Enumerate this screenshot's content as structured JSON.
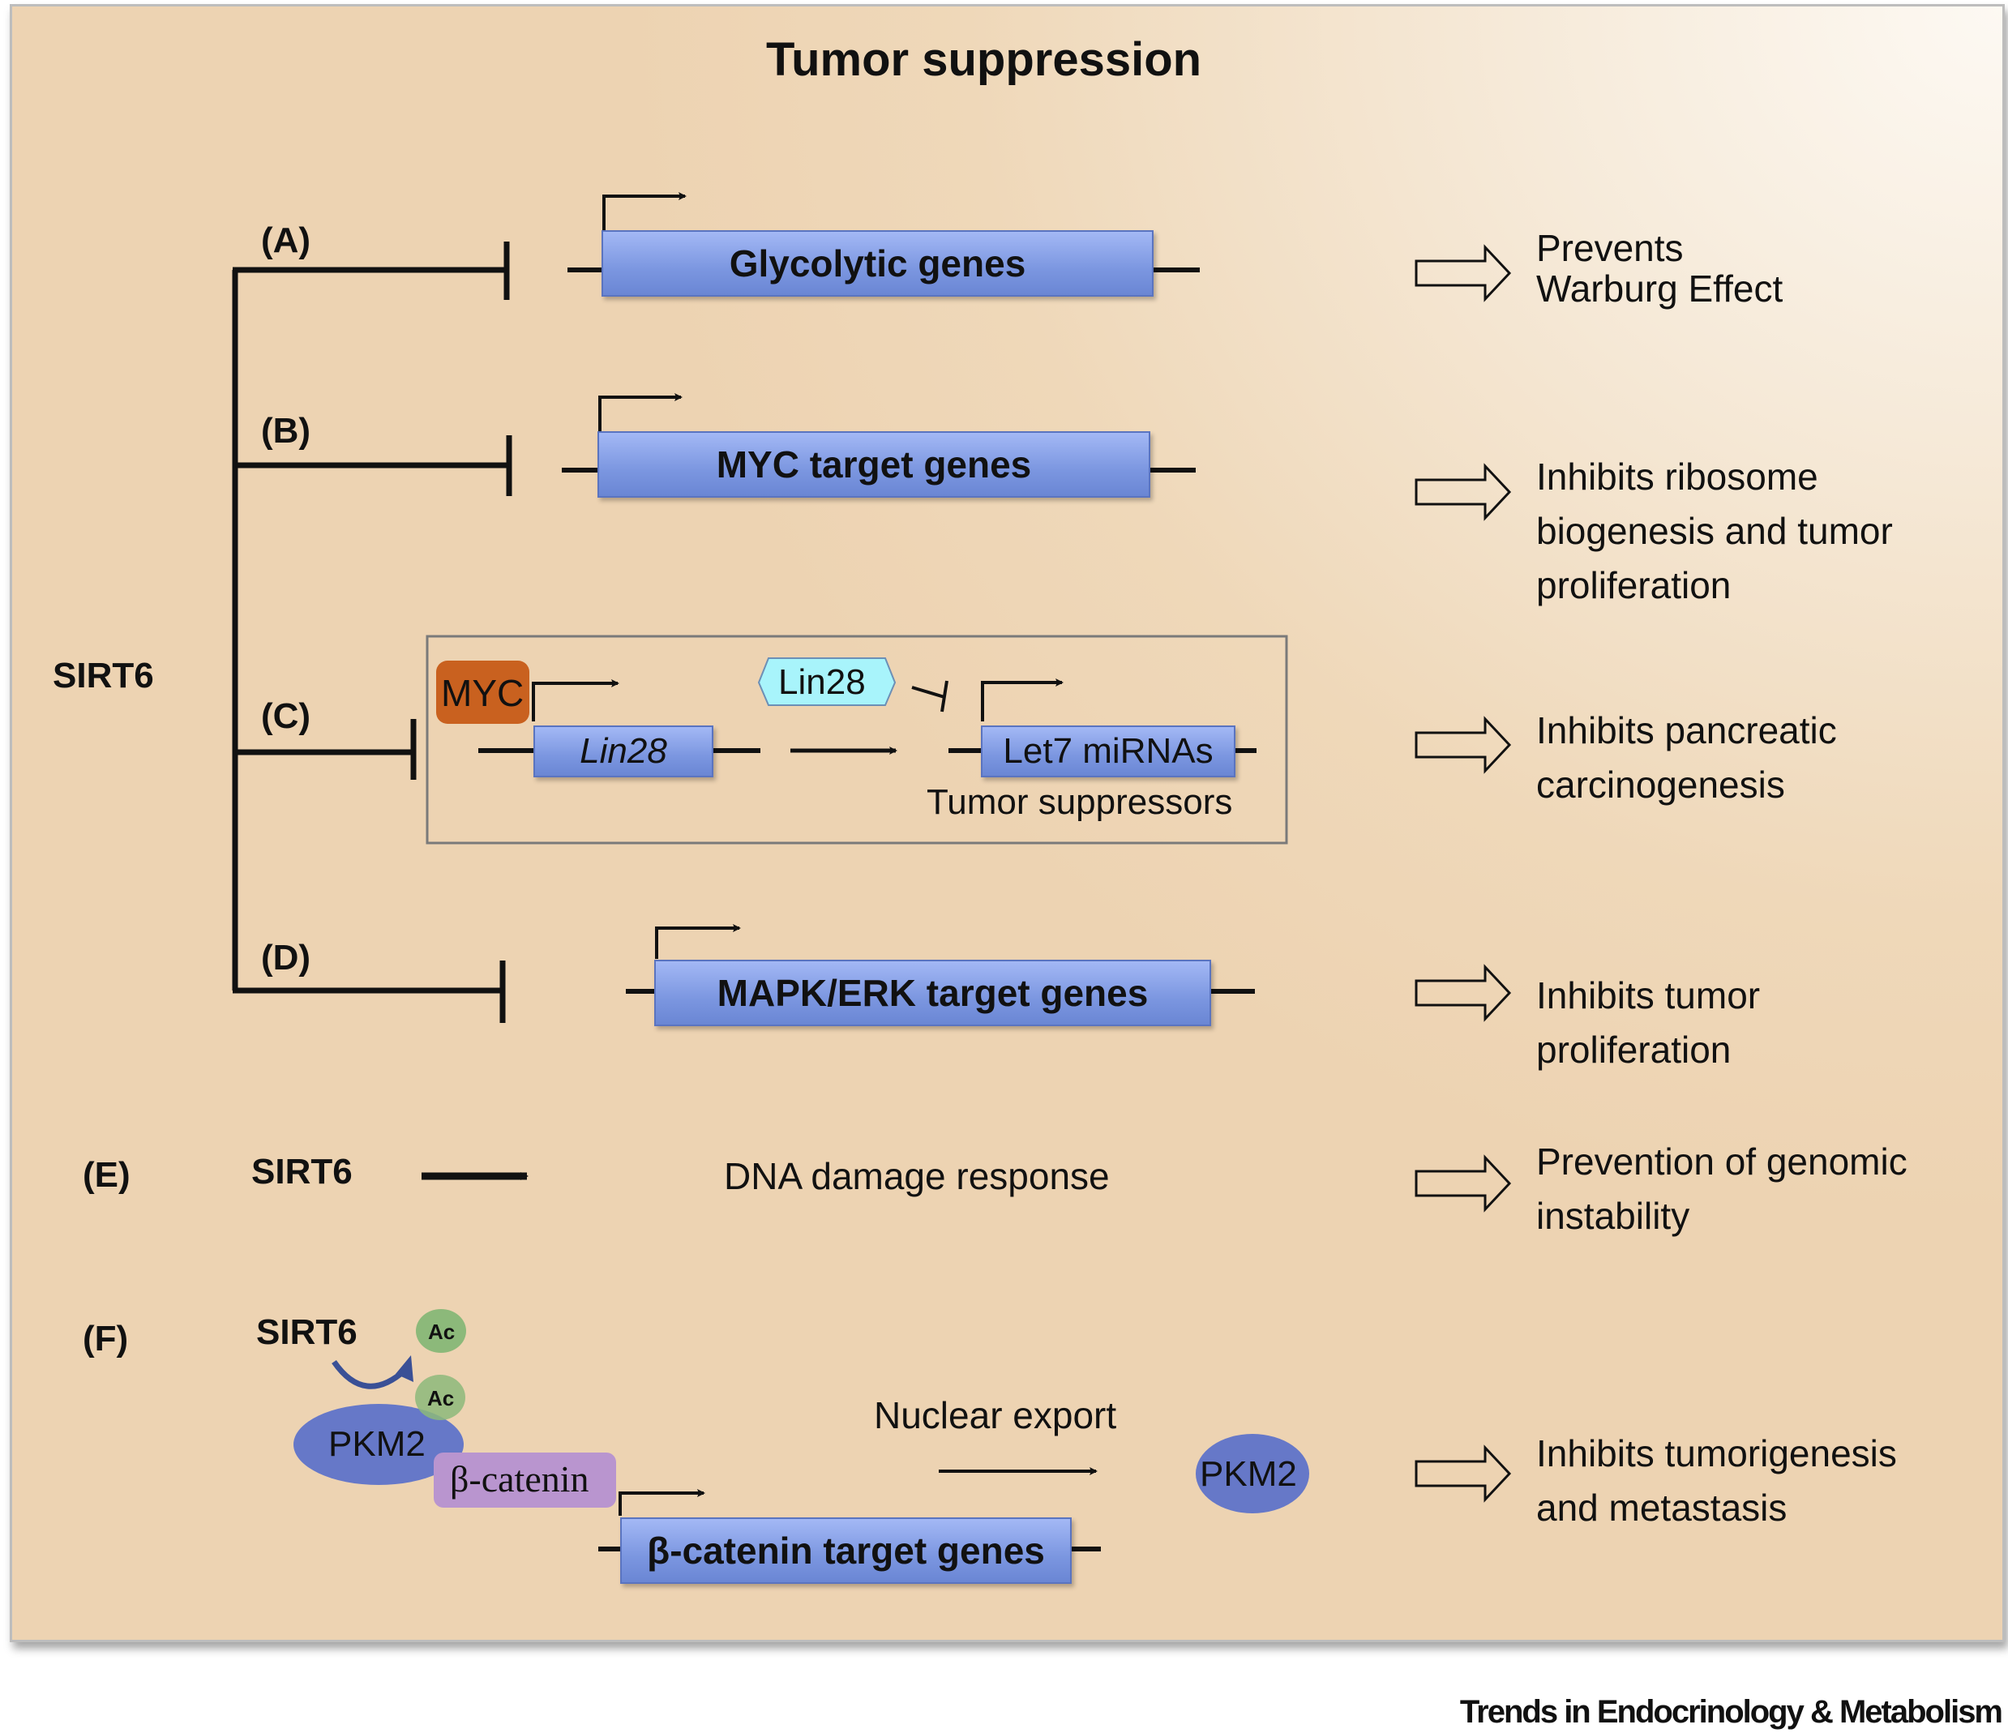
{
  "title": "Tumor suppression",
  "sirt6_label": "SIRT6",
  "branches": [
    {
      "label": "(A)",
      "gene": "Glycolytic genes",
      "outcome_line1": "Prevents",
      "outcome_line2": "Warburg Effect"
    },
    {
      "label": "(B)",
      "gene": "MYC target genes",
      "outcome_line1": "Inhibits ribosome",
      "outcome_line2": "biogenesis and tumor",
      "outcome_line3": "proliferation"
    },
    {
      "label": "(C)",
      "myc": "MYC",
      "lin28_gene": "Lin28",
      "lin28_protein": "Lin28",
      "let7": "Let7 miRNAs",
      "let7_caption": "Tumor suppressors",
      "outcome_line1": "Inhibits pancreatic",
      "outcome_line2": "carcinogenesis"
    },
    {
      "label": "(D)",
      "gene": "MAPK/ERK target genes",
      "outcome_line1": "Inhibits tumor",
      "outcome_line2": "proliferation"
    },
    {
      "label": "(E)",
      "actor": "SIRT6",
      "target": "DNA damage response",
      "outcome_line1": "Prevention of genomic",
      "outcome_line2": "instability"
    },
    {
      "label": "(F)",
      "actor": "SIRT6",
      "ac1": "Ac",
      "ac2": "Ac",
      "pkm2": "PKM2",
      "bcatenin": "β-catenin",
      "gene": "β-catenin target genes",
      "export_label": "Nuclear export",
      "pkm2_out": "PKM2",
      "outcome_line1": "Inhibits tumorigenesis",
      "outcome_line2": "and metastasis"
    }
  ],
  "footer": "Trends in Endocrinology & Metabolism",
  "colors": {
    "gene_blue": "#7f9ae3",
    "myc_orange": "#c9611f",
    "lin28_cyan": "#a8f4fb",
    "pkm2_blue": "#6678c8",
    "ac_green": "#8cb97a",
    "bcatenin_purple": "#b995cf"
  }
}
